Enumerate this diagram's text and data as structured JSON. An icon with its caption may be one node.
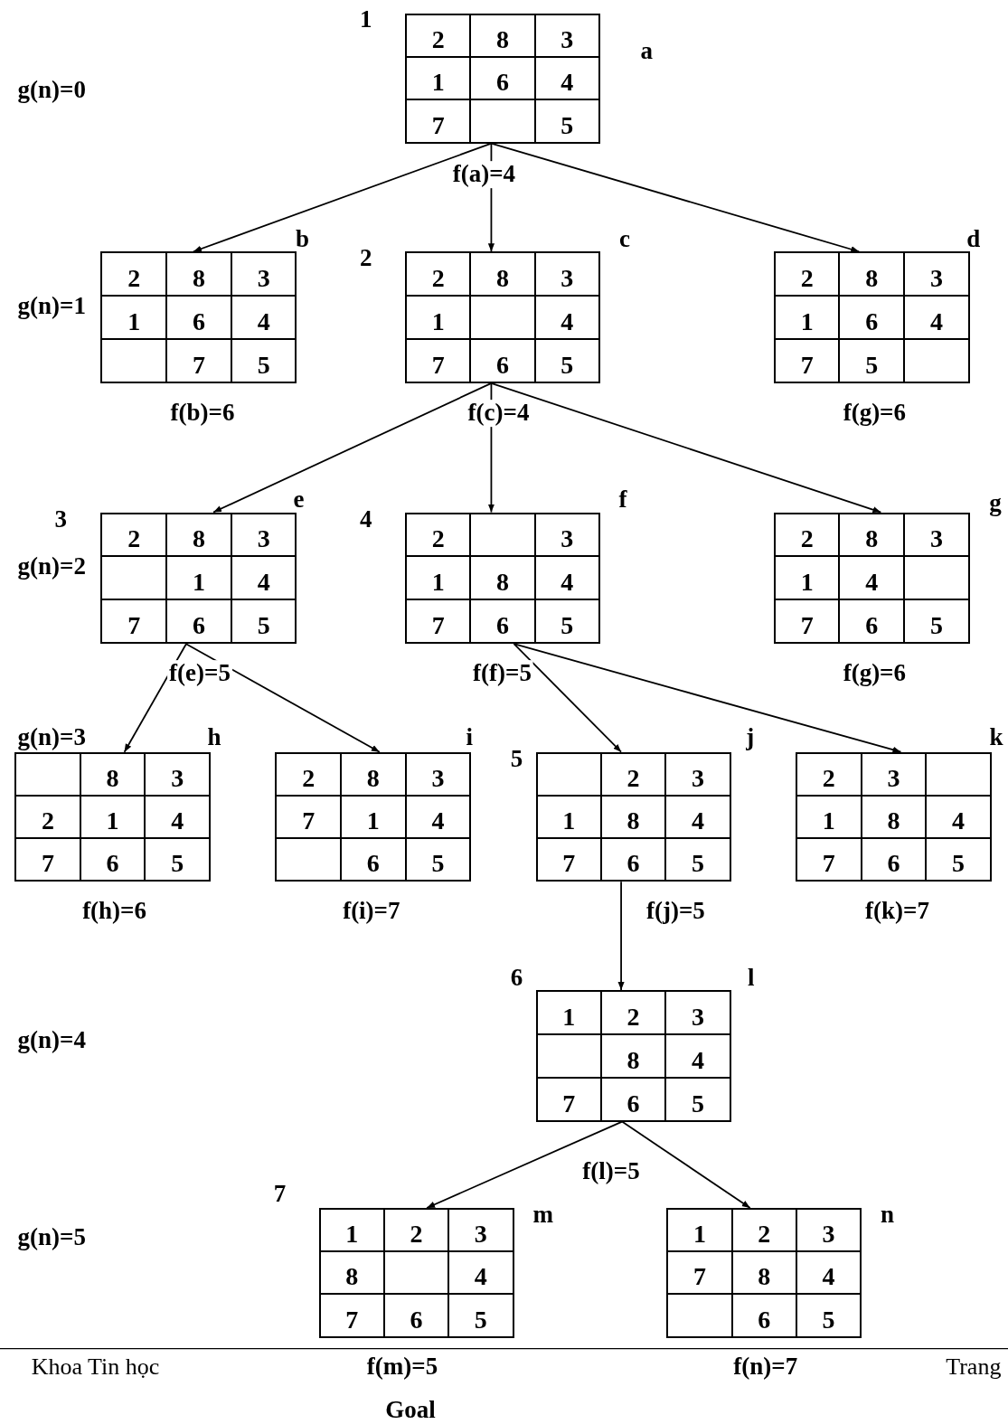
{
  "diagram": {
    "nodes": [
      {
        "text": [
          "2",
          "8",
          "3",
          "1",
          "6",
          "4",
          "7",
          "5"
        ],
        "beside": [
          "1",
          "a",
          "f(a)=4"
        ]
      },
      {
        "text": [
          "2",
          "8",
          "3",
          "1",
          "6",
          "4",
          "7",
          "5"
        ],
        "beside": [
          "b",
          "f(b)=6"
        ]
      },
      {
        "text": [
          "2",
          "8",
          "3",
          "1",
          "4",
          "7",
          "6",
          "5"
        ],
        "beside": [
          "2",
          "c",
          "f(c)=4"
        ]
      },
      {
        "text": [
          "2",
          "8",
          "3",
          "1",
          "6",
          "4",
          "7",
          "5"
        ],
        "beside": [
          "d",
          "f(g)=6"
        ]
      },
      {
        "text": [
          "2",
          "8",
          "3",
          "1",
          "4",
          "7",
          "6",
          "5"
        ],
        "beside": [
          "3",
          "e",
          "f(e)=5"
        ]
      },
      {
        "text": [
          "2",
          "3",
          "1",
          "8",
          "4",
          "7",
          "6",
          "5"
        ],
        "beside": [
          "4",
          "f",
          "f(f)=5"
        ]
      },
      {
        "text": [
          "2",
          "8",
          "3",
          "1",
          "4",
          "7",
          "6",
          "5"
        ],
        "beside": [
          "g",
          "f(g)=6"
        ]
      },
      {
        "text": [
          "8",
          "3",
          "2",
          "1",
          "4",
          "7",
          "6",
          "5"
        ],
        "beside": [
          "h",
          "f(h)=6"
        ]
      },
      {
        "text": [
          "2",
          "8",
          "3",
          "7",
          "1",
          "4",
          "6",
          "5"
        ],
        "beside": [
          "i",
          "f(i)=7"
        ]
      },
      {
        "text": [
          "2",
          "3",
          "1",
          "8",
          "4",
          "7",
          "6",
          "5"
        ],
        "beside": [
          "5",
          "j",
          "f(j)=5"
        ]
      },
      {
        "text": [
          "2",
          "3",
          "1",
          "8",
          "4",
          "7",
          "6",
          "5"
        ],
        "beside": [
          "k",
          "f(k)=7"
        ]
      },
      {
        "text": [
          "1",
          "2",
          "3",
          "8",
          "4",
          "7",
          "6",
          "5"
        ],
        "beside": [
          "6",
          "l",
          "f(l)=5"
        ]
      },
      {
        "text": [
          "1",
          "2",
          "3",
          "8",
          "4",
          "7",
          "6",
          "5"
        ],
        "beside": [
          "7",
          "m",
          "f(m)=5",
          "Goal"
        ]
      },
      {
        "text": [
          "1",
          "2",
          "3",
          "7",
          "8",
          "4",
          "6",
          "5"
        ],
        "beside": [
          "n",
          "f(n)=7"
        ]
      }
    ],
    "edges": [
      {
        "from": 0,
        "to": 1,
        "arrow": "to"
      },
      {
        "from": 0,
        "to": 2,
        "arrow": "to"
      },
      {
        "from": 0,
        "to": 3,
        "arrow": "to"
      },
      {
        "from": 2,
        "to": 4,
        "arrow": "to"
      },
      {
        "from": 2,
        "to": 5,
        "arrow": "to"
      },
      {
        "from": 2,
        "to": 6,
        "arrow": "to"
      },
      {
        "from": 4,
        "to": 7,
        "arrow": "to"
      },
      {
        "from": 4,
        "to": 8,
        "arrow": "to"
      },
      {
        "from": 5,
        "to": 9,
        "arrow": "to"
      },
      {
        "from": 5,
        "to": 10,
        "arrow": "to"
      },
      {
        "from": 9,
        "to": 11,
        "arrow": "to"
      },
      {
        "from": 11,
        "to": 12,
        "arrow": "to"
      },
      {
        "from": 11,
        "to": 13,
        "arrow": "to"
      }
    ],
    "labels": [
      "g(n)=0",
      "g(n)=1",
      "g(n)=2",
      "g(n)=3",
      "g(n)=4",
      "g(n)=5",
      "Khoa Tin học",
      "Trang"
    ]
  }
}
